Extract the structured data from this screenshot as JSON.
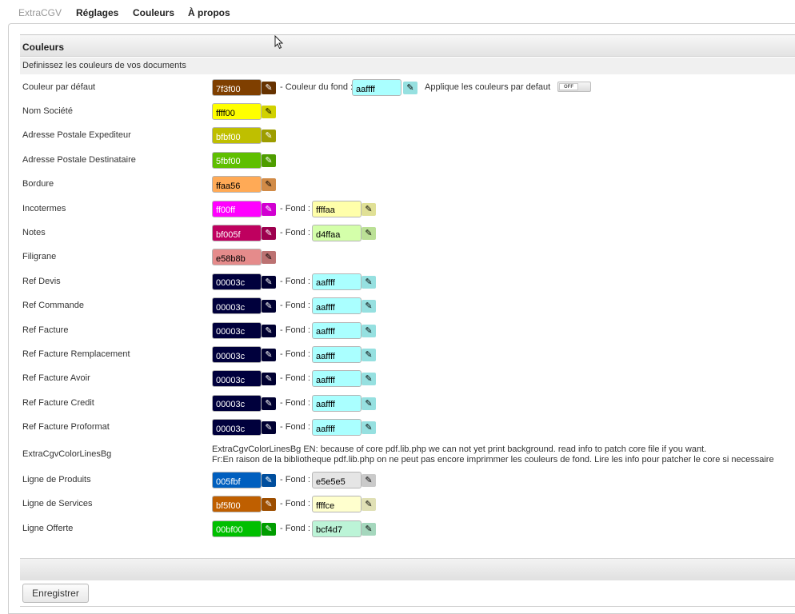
{
  "nav": {
    "brand": "ExtraCGV",
    "items": [
      "Réglages",
      "Couleurs",
      "À propos"
    ]
  },
  "section": {
    "title": "Couleurs",
    "description": "Definissez les couleurs de vos documents"
  },
  "default_row": {
    "label": "Couleur par défaut",
    "color": "7f3f00",
    "fond_label": "- Couleur du fond :",
    "fond_color": "aaffff",
    "apply_label": "Applique les couleurs par defaut",
    "toggle_label": "OFF"
  },
  "fond_label": "- Fond :",
  "rows": [
    {
      "label": "Nom Société",
      "color": "ffff00",
      "text_color": "#000000"
    },
    {
      "label": "Adresse Postale Expediteur",
      "color": "bfbf00",
      "text_color": "#ffffff"
    },
    {
      "label": "Adresse Postale Destinataire",
      "color": "5fbf00",
      "text_color": "#ffffff"
    },
    {
      "label": "Bordure",
      "color": "ffaa56",
      "text_color": "#000000"
    },
    {
      "label": "Incotermes",
      "color": "ff00ff",
      "text_color": "#ffffff",
      "fond": "ffffaa",
      "fond_text_color": "#000000"
    },
    {
      "label": "Notes",
      "color": "bf005f",
      "text_color": "#ffffff",
      "fond": "d4ffaa",
      "fond_text_color": "#000000"
    },
    {
      "label": "Filigrane",
      "color": "e58b8b",
      "text_color": "#000000"
    },
    {
      "label": "Ref Devis",
      "color": "00003c",
      "text_color": "#ffffff",
      "fond": "aaffff",
      "fond_text_color": "#000000"
    },
    {
      "label": "Ref Commande",
      "color": "00003c",
      "text_color": "#ffffff",
      "fond": "aaffff",
      "fond_text_color": "#000000"
    },
    {
      "label": "Ref Facture",
      "color": "00003c",
      "text_color": "#ffffff",
      "fond": "aaffff",
      "fond_text_color": "#000000"
    },
    {
      "label": "Ref Facture Remplacement",
      "color": "00003c",
      "text_color": "#ffffff",
      "fond": "aaffff",
      "fond_text_color": "#000000"
    },
    {
      "label": "Ref Facture Avoir",
      "color": "00003c",
      "text_color": "#ffffff",
      "fond": "aaffff",
      "fond_text_color": "#000000"
    },
    {
      "label": "Ref Facture Credit",
      "color": "00003c",
      "text_color": "#ffffff",
      "fond": "aaffff",
      "fond_text_color": "#000000"
    },
    {
      "label": "Ref Facture Proformat",
      "color": "00003c",
      "text_color": "#ffffff",
      "fond": "aaffff",
      "fond_text_color": "#000000"
    }
  ],
  "info_row": {
    "label": "ExtraCgvColorLinesBg",
    "line1": "ExtraCgvColorLinesBg EN: because of core pdf.lib.php we can not yet print background. read info to patch core file if you want.",
    "line2": "Fr:En raison de la bibliotheque pdf.lib.php on ne peut pas encore imprimmer les couleurs de fond. Lire les info pour patcher le core si necessaire"
  },
  "line_rows": [
    {
      "label": "Ligne de Produits",
      "color": "005fbf",
      "text_color": "#ffffff",
      "fond": "e5e5e5",
      "fond_text_color": "#000000"
    },
    {
      "label": "Ligne de Services",
      "color": "bf5f00",
      "text_color": "#ffffff",
      "fond": "ffffce",
      "fond_text_color": "#000000"
    },
    {
      "label": "Ligne Offerte",
      "color": "00bf00",
      "text_color": "#ffffff",
      "fond": "bcf4d7",
      "fond_text_color": "#000000"
    }
  ],
  "save_label": "Enregistrer",
  "icons": {
    "picker": "pencil-icon",
    "cursor": "mouse-pointer-icon"
  }
}
